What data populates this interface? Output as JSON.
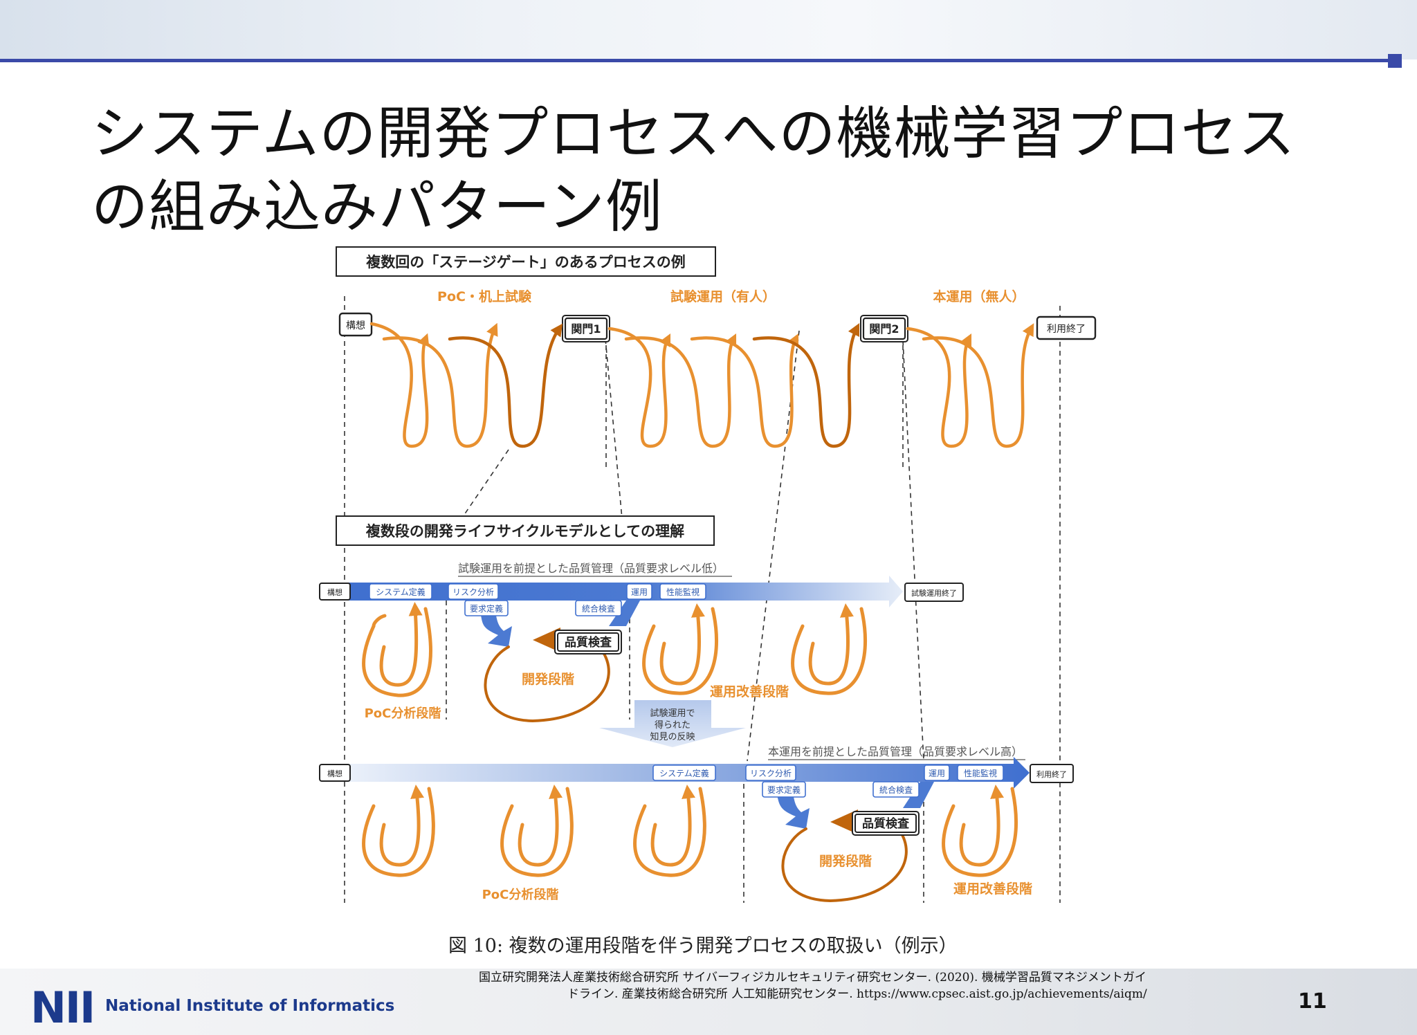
{
  "slide": {
    "title_line1": "システムの開発プロセスへの機械学習プロセス",
    "title_line2": "の組み込みパターン例",
    "page_number": "11"
  },
  "diagram": {
    "top": {
      "heading": "複数回の「ステージゲート」のあるプロセスの例",
      "phase_labels": [
        "PoC・机上試験",
        "試験運用（有人）",
        "本運用（無人）"
      ],
      "start": "構想",
      "gate1": "関門1",
      "gate2": "関門2",
      "end": "利用終了"
    },
    "bottom_heading": "複数段の開発ライフサイクルモデルとしての理解",
    "lane1": {
      "title": "試験運用を前提とした品質管理（品質要求レベル低）",
      "start": "構想",
      "system_def": "システム定義",
      "risk_analysis": "リスク分析",
      "requirement_def": "要求定義",
      "integration_test": "統合検査",
      "quality_inspection": "品質検査",
      "operation": "運用",
      "performance_monitor": "性能監視",
      "end": "試験運用終了",
      "poc_stage": "PoC分析段階",
      "dev_stage": "開発段階",
      "ops_stage": "運用改善段階"
    },
    "feedback_arrow": [
      "試験運用で",
      "得られた",
      "知見の反映"
    ],
    "lane2": {
      "title": "本運用を前提とした品質管理（品質要求レベル高）",
      "start": "構想",
      "system_def": "システム定義",
      "risk_analysis": "リスク分析",
      "requirement_def": "要求定義",
      "integration_test": "統合検査",
      "quality_inspection": "品質検査",
      "operation": "運用",
      "performance_monitor": "性能監視",
      "end": "利用終了",
      "poc_stage": "PoC分析段階",
      "dev_stage": "開発段階",
      "ops_stage": "運用改善段階"
    },
    "caption": "図 10: 複数の運用段階を伴う開発プロセスの取扱い（例示）"
  },
  "footer": {
    "logo": "NII",
    "org_name": "National Institute of Informatics",
    "citation_line1": "国立研究開発法人産業技術総合研究所 サイバーフィジカルセキュリティ研究センター. (2020). 機械学習品質マネジメントガイ",
    "citation_line2": "ドライン. 産業技術総合研究所 人工知能研究センター. https://www.cpsec.aist.go.jp/achievements/aiqm/"
  },
  "colors": {
    "accent_blue": "#3a4aa8",
    "loop_orange": "#e8902f",
    "loop_dark": "#c0650c",
    "lane_blue": "#3f6fcf",
    "logo_blue": "#1c3a8c"
  }
}
